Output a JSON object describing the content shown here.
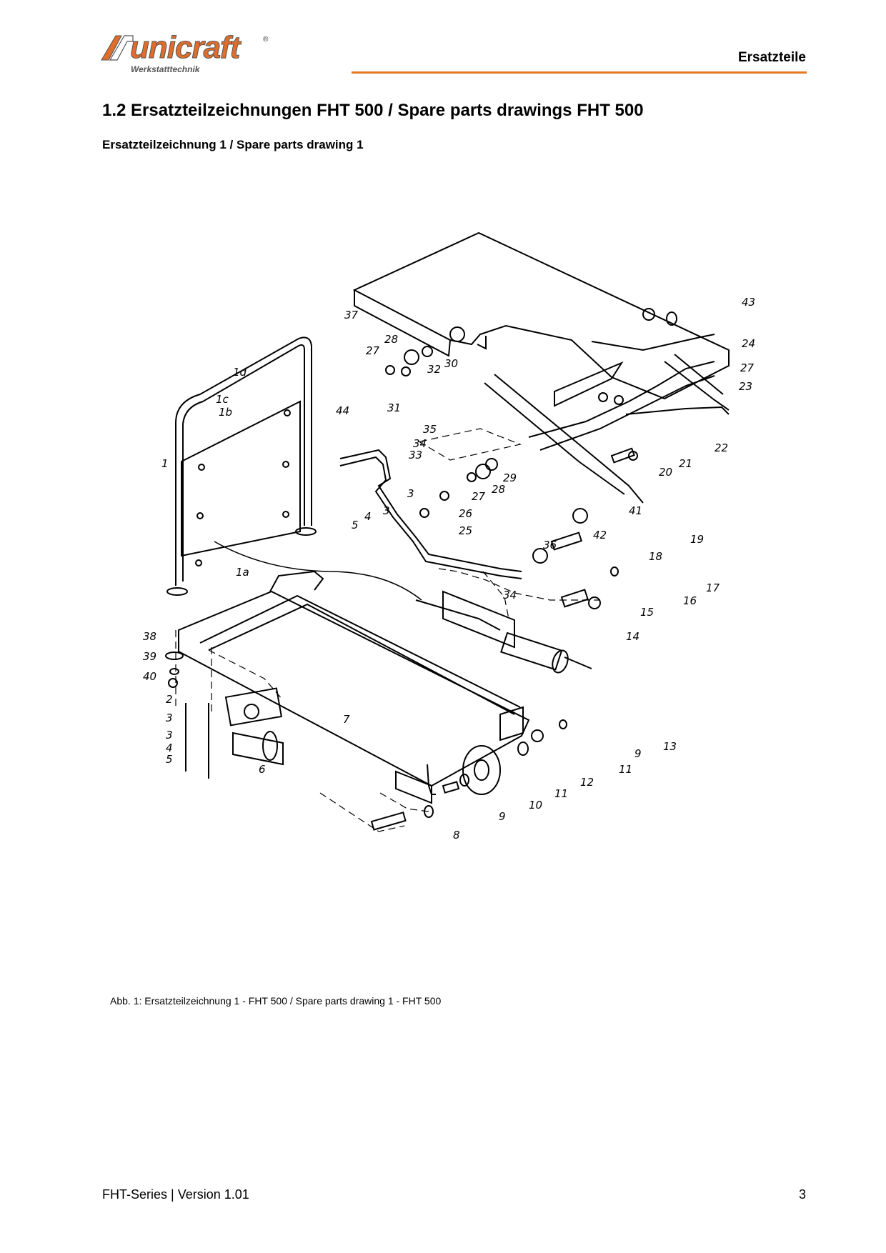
{
  "header": {
    "brand": "unicraft",
    "brand_sub": "Werkstatttechnik",
    "brand_reg": "®",
    "section_label": "Ersatzteile",
    "accent_color": "#e87722"
  },
  "main": {
    "section_title": "1.2 Ersatzteilzeichnungen FHT 500 / Spare parts drawings FHT 500",
    "sub_title": "Ersatzteilzeichnung 1 / Spare parts drawing 1",
    "figure_caption": "Abb. 1: Ersatzteilzeichnung 1 - FHT 500 / Spare parts drawing 1 - FHT 500"
  },
  "drawing": {
    "part_labels": [
      "1",
      "1a",
      "1b",
      "1c",
      "1d",
      "2",
      "3",
      "3",
      "3",
      "3",
      "4",
      "4",
      "5",
      "5",
      "6",
      "7",
      "8",
      "9",
      "9",
      "10",
      "11",
      "11",
      "12",
      "13",
      "14",
      "15",
      "16",
      "17",
      "18",
      "19",
      "20",
      "21",
      "22",
      "23",
      "24",
      "25",
      "26",
      "27",
      "27",
      "27",
      "28",
      "28",
      "29",
      "30",
      "31",
      "32",
      "33",
      "34",
      "34",
      "35",
      "36",
      "37",
      "38",
      "39",
      "40",
      "41",
      "42",
      "43",
      "44"
    ]
  },
  "footer": {
    "series": "FHT-Series | Version 1.01",
    "page_number": "3"
  }
}
